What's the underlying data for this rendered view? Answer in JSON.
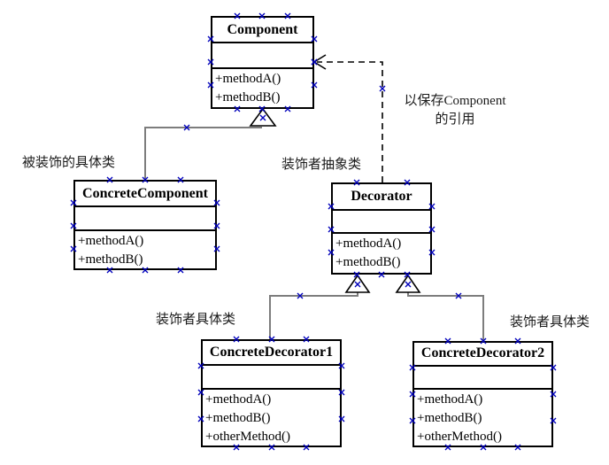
{
  "diagram": {
    "pattern": "Decorator",
    "colors": {
      "background": "#ffffff",
      "box_border": "#000000",
      "connector_gray": "#7d7d7d",
      "dashed_line": "#000000",
      "selection_handle": "#0000bb"
    }
  },
  "classes": [
    {
      "name": "Component",
      "attributes": [],
      "methods": [
        "+methodA()",
        "+methodB()"
      ]
    },
    {
      "name": "ConcreteComponent",
      "attributes": [],
      "methods": [
        "+methodA()",
        "+methodB()"
      ]
    },
    {
      "name": "Decorator",
      "attributes": [],
      "methods": [
        "+methodA()",
        "+methodB()"
      ]
    },
    {
      "name": "ConcreteDecorator1",
      "attributes": [],
      "methods": [
        "+methodA()",
        "+methodB()",
        "+otherMethod()"
      ]
    },
    {
      "name": "ConcreteDecorator2",
      "attributes": [],
      "methods": [
        "+methodA()",
        "+methodB()",
        "+otherMethod()"
      ]
    }
  ],
  "annotations": {
    "decorated_concrete_class": "被装饰的具体类",
    "decorator_abstract_class": "装饰者抽象类",
    "reference_note_line1": "以保存Component",
    "reference_note_line2": "的引用",
    "decorator_concrete_class_left": "装饰者具体类",
    "decorator_concrete_class_right": "装饰者具体类"
  },
  "relationships": [
    {
      "type": "generalization",
      "from": "ConcreteComponent",
      "to": "Component"
    },
    {
      "type": "generalization",
      "from": "ConcreteDecorator1",
      "to": "Decorator"
    },
    {
      "type": "generalization",
      "from": "ConcreteDecorator2",
      "to": "Decorator"
    },
    {
      "type": "dashed-dependency",
      "from": "Decorator",
      "to": "Component"
    }
  ]
}
